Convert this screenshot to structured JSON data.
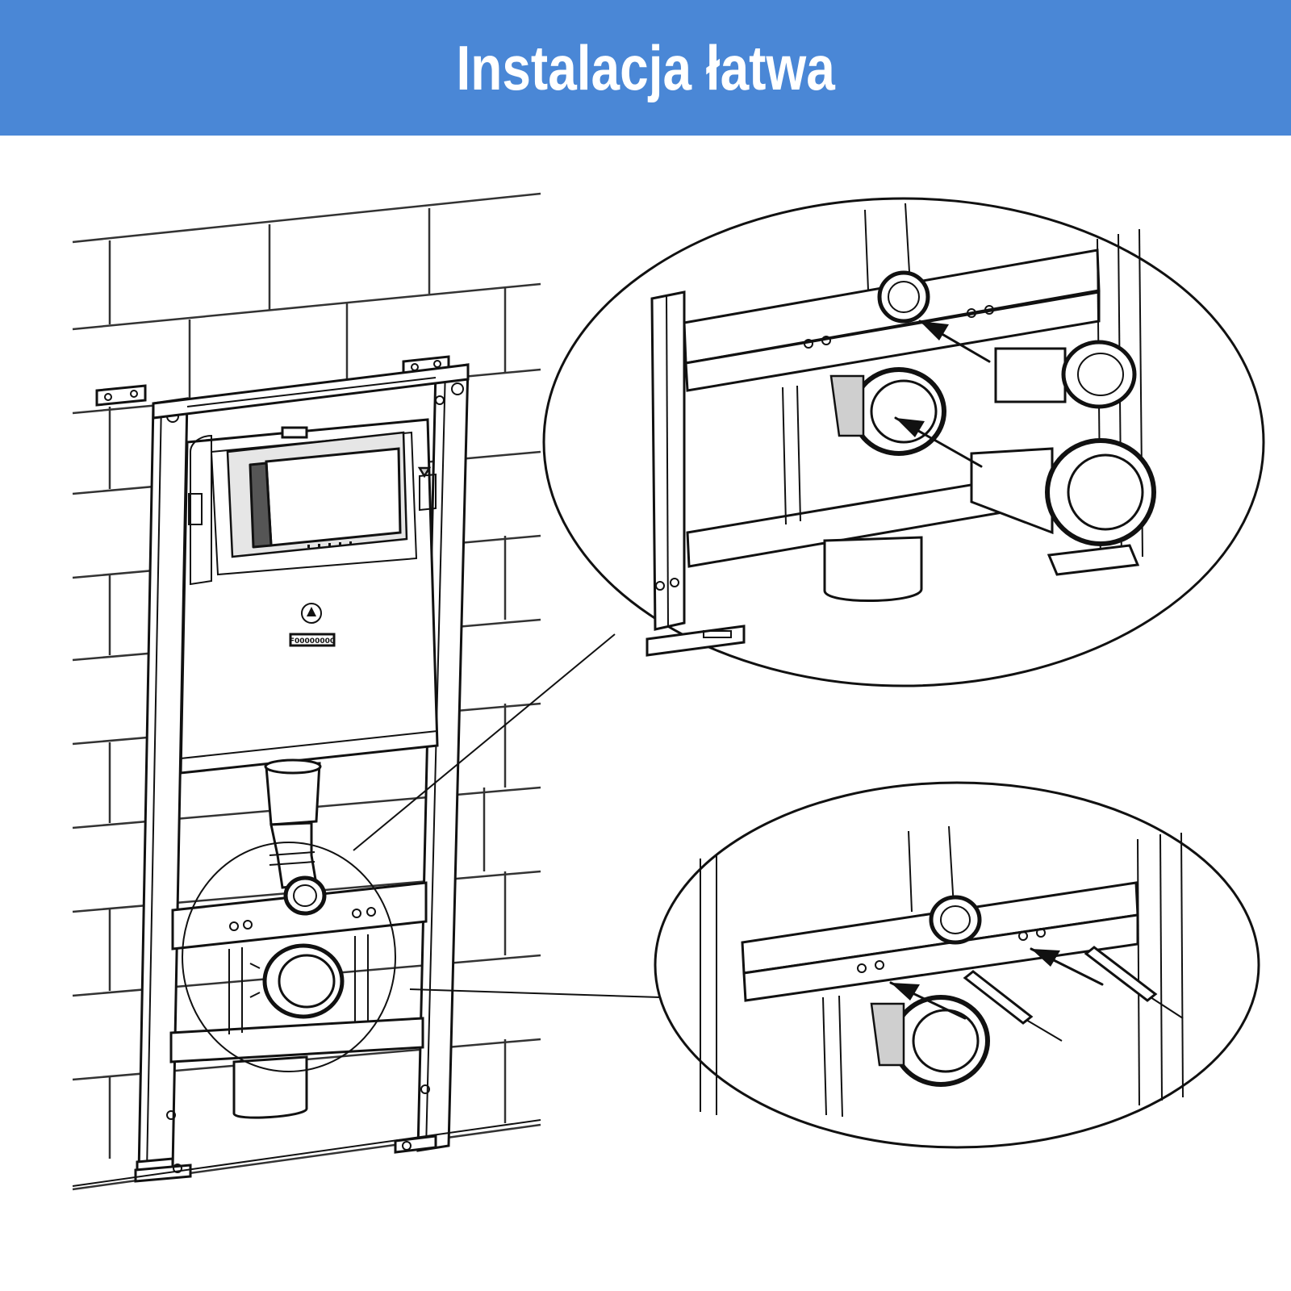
{
  "header": {
    "title": "Instalacja łatwa",
    "background_color": "#4a87d6",
    "text_color": "#ffffff"
  },
  "diagram": {
    "tank_badge_text": "F00000000",
    "icons": [
      "installation-frame",
      "cistern",
      "drain-pipe",
      "detail-callout-pipe-connection",
      "detail-callout-mounting-rods",
      "insert-arrow"
    ]
  }
}
